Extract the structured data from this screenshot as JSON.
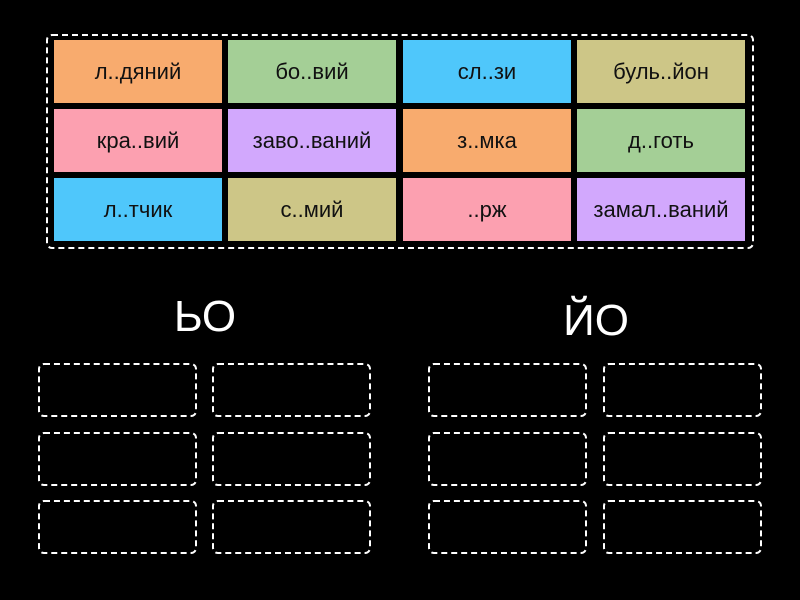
{
  "tiles": [
    {
      "text": "л..дяний",
      "color": "#f8ab6e"
    },
    {
      "text": "бо..вий",
      "color": "#a4cf96"
    },
    {
      "text": "сл..зи",
      "color": "#4fc7fb"
    },
    {
      "text": "буль..йон",
      "color": "#cdc687"
    },
    {
      "text": "кра..вий",
      "color": "#fca0b0"
    },
    {
      "text": "заво..ваний",
      "color": "#d2a8fd"
    },
    {
      "text": "з..мка",
      "color": "#f8ab6e"
    },
    {
      "text": "д..готь",
      "color": "#a4cf96"
    },
    {
      "text": "л..тчик",
      "color": "#4fc7fb"
    },
    {
      "text": "с..мий",
      "color": "#cdc687"
    },
    {
      "text": "..рж",
      "color": "#fca0b0"
    },
    {
      "text": "замал..ваний",
      "color": "#d2a8fd"
    }
  ],
  "groups": [
    {
      "label": "ЬО"
    },
    {
      "label": "ЙО"
    }
  ]
}
